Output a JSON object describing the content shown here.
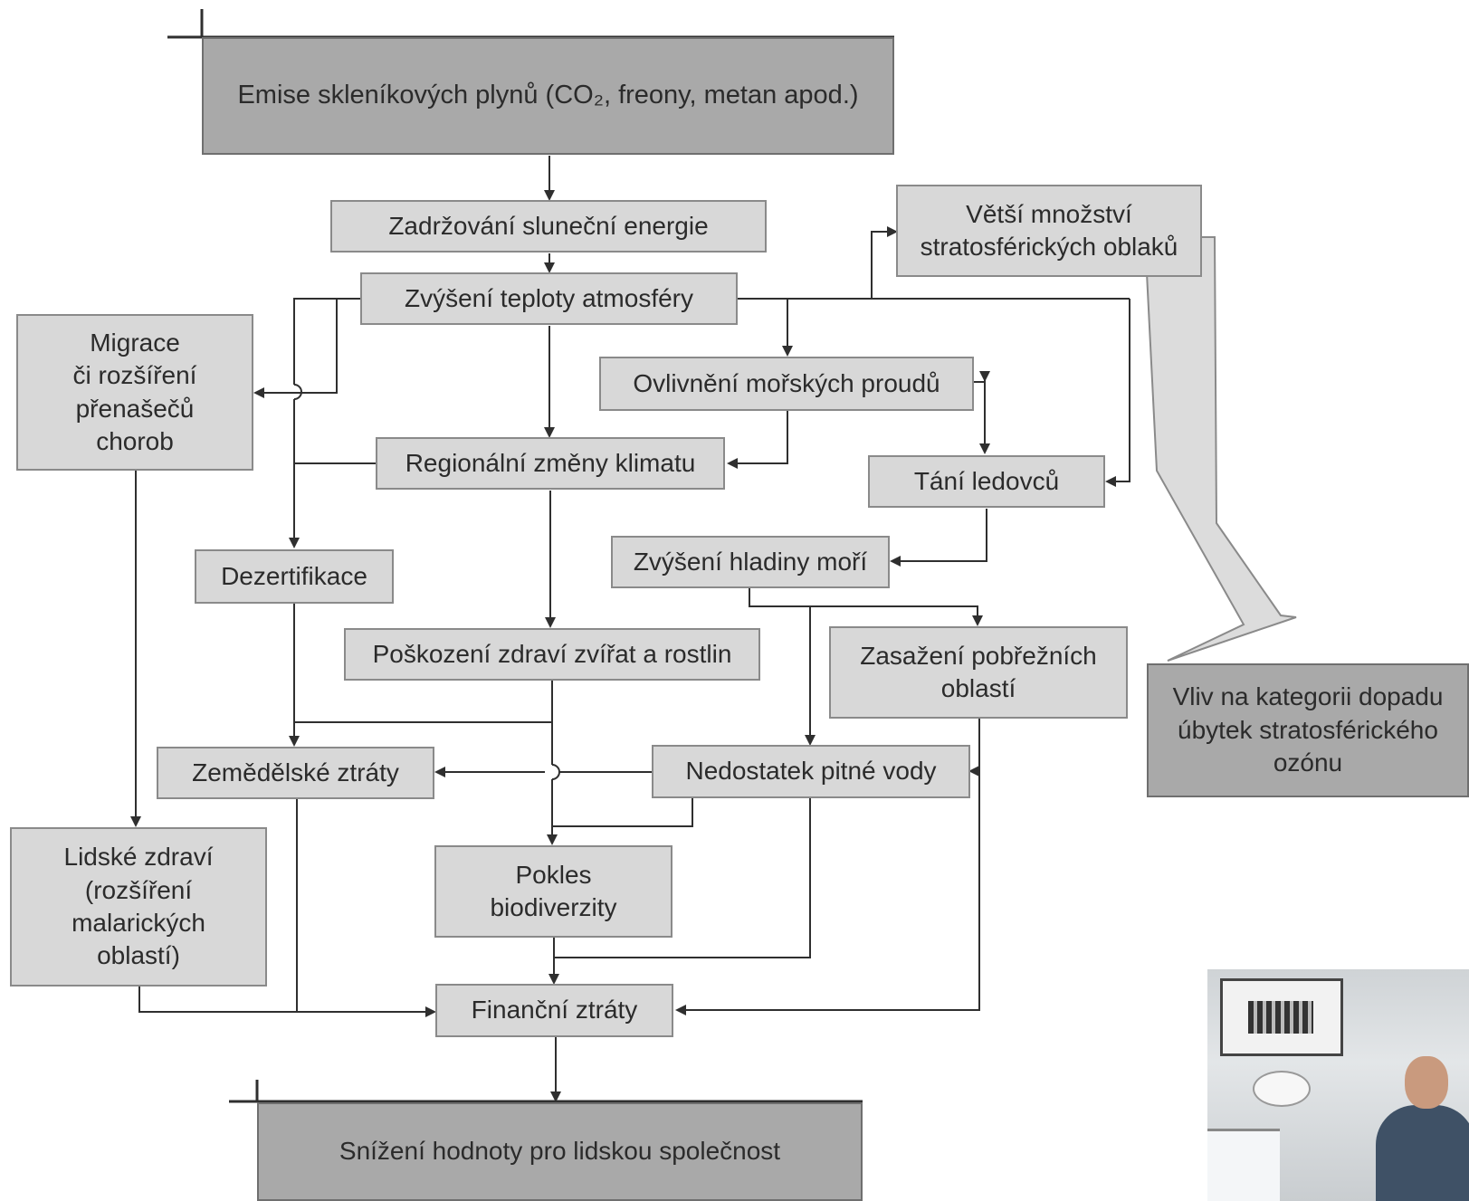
{
  "nodes": {
    "emise": "Emise skleníkových plynů (CO₂, freony, metan apod.)",
    "zadrzovani": "Zadržování sluneční energie",
    "zvyseni_teploty": "Zvýšení teploty atmosféry",
    "vetsi_mnozstvi": "Větší množství\nstratosférických oblaků",
    "migrace": "Migrace\nči rozšíření\npřenašečů\nchorob",
    "ovlivneni": "Ovlivnění mořských proudů",
    "regionalni": "Regionální změny klimatu",
    "tani": "Tání ledovců",
    "dezertifikace": "Dezertifikace",
    "hladina": "Zvýšení hladiny moří",
    "poskozeni": "Poškození zdraví zvířat a rostlin",
    "zasazeni": "Zasažení pobřežních\noblastí",
    "vliv_ozon": "Vliv na kategorii dopadu\núbytek stratosférického\nozónu",
    "zemedelske": "Zemědělské ztráty",
    "nedostatek": "Nedostatek pitné vody",
    "lidske_zdravi": "Lidské zdraví\n(rozšíření\nmalarických\noblastí)",
    "pokles": "Pokles\nbiodiverzity",
    "financni": "Finanční ztráty",
    "snizeni": "Snížení hodnoty pro lidskou společnost"
  },
  "colors": {
    "box_fill": "#d8d8d8",
    "box_fill_dark": "#a9a9a9",
    "line": "#2f2f2f",
    "big_arrow_fill": "#dcdcdc"
  }
}
